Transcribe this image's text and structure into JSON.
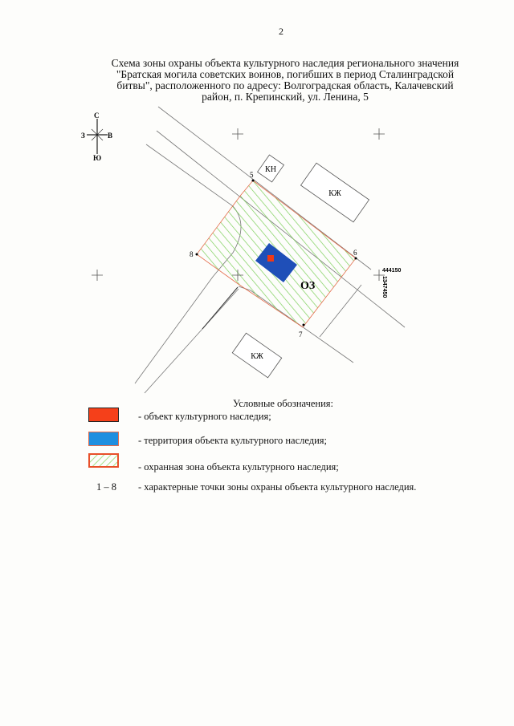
{
  "page_number": "2",
  "title_lines": [
    "Схема зоны охраны объекта культурного наследия регионального значения",
    "\"Братская могила советских воинов, погибших в период Сталинградской",
    "битвы\", расположенного по адресу: Волгоградская область, Калачевский",
    "район, п. Крепинский, ул. Ленина, 5"
  ],
  "compass": {
    "north": "С",
    "south": "Ю",
    "west": "З",
    "east": "В"
  },
  "map": {
    "zone_label": "ОЗ",
    "buildings": [
      "КН",
      "КЖ",
      "КЖ"
    ],
    "points": [
      "5",
      "6",
      "7",
      "8"
    ],
    "coord_x": "444150",
    "coord_y": "1347450",
    "colors": {
      "object": "#f03a17",
      "territory": "#1f4fb8",
      "zone_hatch": "#7ccf5a",
      "zone_border": "#e46b4a"
    }
  },
  "legend": {
    "heading": "Условные обозначения:",
    "items": [
      {
        "text": "- объект культурного наследия;",
        "color": "#f5401a"
      },
      {
        "text": "- территория объекта культурного наследия;",
        "color": "#1e8fe0"
      },
      {
        "text": "- охранная зона объекта культурного наследия;",
        "color": "#8fd86a"
      },
      {
        "range": "1 – 8",
        "text": "- характерные точки зоны охраны объекта культурного наследия."
      }
    ]
  }
}
